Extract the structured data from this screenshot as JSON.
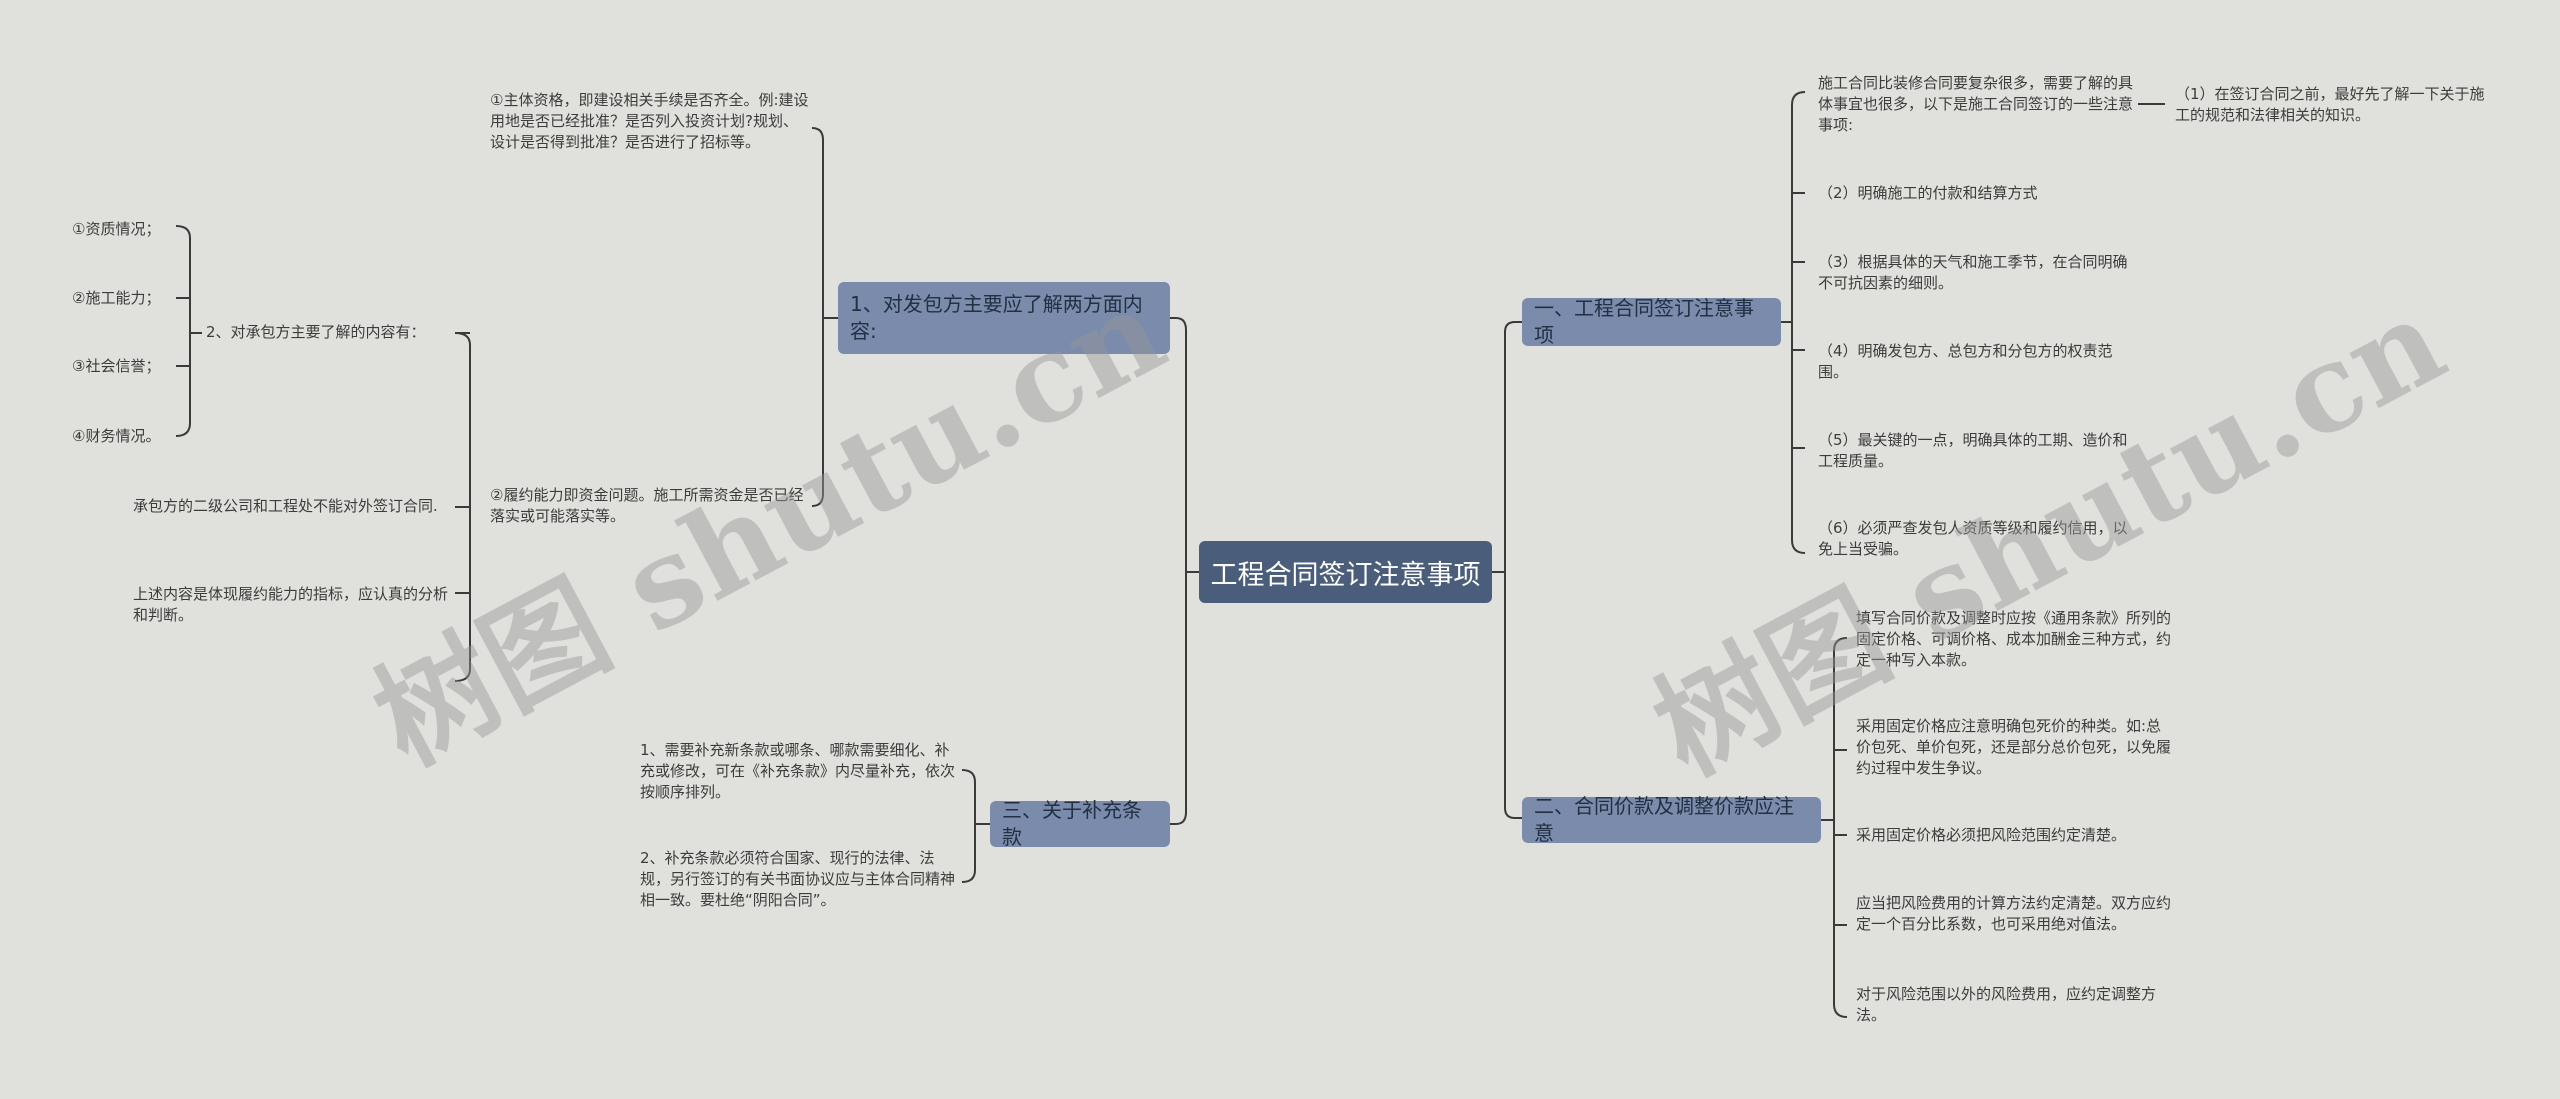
{
  "root": "工程合同签订注意事项",
  "left": {
    "branch1": {
      "label": "1、对发包方主要应了解两方面内容:",
      "item1": "①主体资格，即建设相关手续是否齐全。例:建设用地是否已经批准？是否列入投资计划?规划、设计是否得到批准？是否进行了招标等。",
      "item2": "②履约能力即资金问题。施工所需资金是否已经落实或可能落实等。"
    },
    "sub2": {
      "label": "2、对承包方主要了解的内容有：",
      "items": [
        "①资质情况；",
        "②施工能力；",
        "③社会信誉；",
        "④财务情况。"
      ],
      "note1": "承包方的二级公司和工程处不能对外签订合同.",
      "note2": "上述内容是体现履约能力的指标，应认真的分析和判断。"
    },
    "branch3": {
      "label": "三、关于补充条款",
      "items": [
        "1、需要补充新条款或哪条、哪款需要细化、补充或修改，可在《补充条款》内尽量补充，依次按顺序排列。",
        "2、补充条款必须符合国家、现行的法律、法规，另行签订的有关书面协议应与主体合同精神相一致。要杜绝“阴阳合同”。"
      ]
    }
  },
  "right": {
    "branch1": {
      "label": "一、工程合同签订注意事项",
      "intro": "施工合同比装修合同要复杂很多，需要了解的具体事宜也很多，以下是施工合同签订的一些注意事项:",
      "intro_child": "（1）在签订合同之前，最好先了解一下关于施工的规范和法律相关的知识。",
      "items": [
        "（2）明确施工的付款和结算方式",
        "（3）根据具体的天气和施工季节，在合同明确不可抗因素的细则。",
        "（4）明确发包方、总包方和分包方的权责范围。",
        "（5）最关键的一点，明确具体的工期、造价和工程质量。",
        "（6）必须严查发包人资质等级和履约信用，以免上当受骗。"
      ]
    },
    "branch2": {
      "label": "二、合同价款及调整价款应注意",
      "items": [
        "填写合同价款及调整时应按《通用条款》所列的固定价格、可调价格、成本加酬金三种方式，约定一种写入本款。",
        "采用固定价格应注意明确包死价的种类。如:总价包死、单价包死，还是部分总价包死，以免履约过程中发生争议。",
        "采用固定价格必须把风险范围约定清楚。",
        "应当把风险费用的计算方法约定清楚。双方应约定一个百分比系数，也可采用绝对值法。",
        "对于风险范围以外的风险费用，应约定调整方法。"
      ]
    }
  },
  "watermark": "树图 shutu.cn",
  "colors": {
    "background": "#e0e0dc",
    "root_fill": "#4a5d7b",
    "branch_fill": "#7a8bab",
    "line": "#3a3a3a"
  }
}
